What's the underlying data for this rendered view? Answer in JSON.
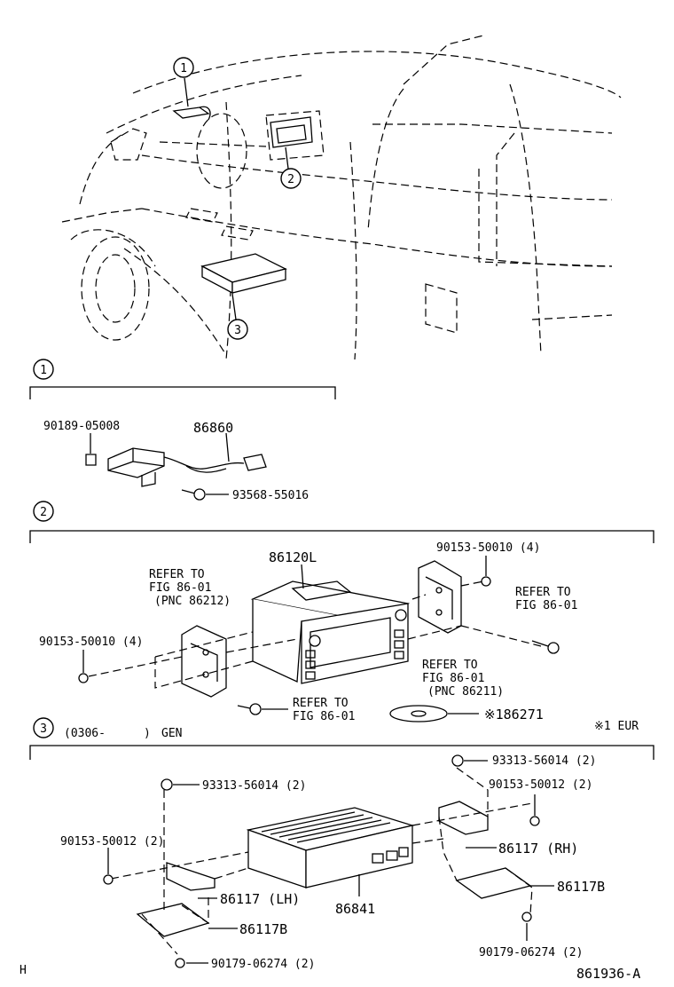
{
  "callouts": {
    "overview_1": "1",
    "overview_2": "2",
    "overview_3": "3",
    "section_1": "1",
    "section_2": "2",
    "section_3": "3"
  },
  "section1": {
    "part_90189": "90189-05008",
    "part_86860": "86860",
    "part_93568": "93568-55016"
  },
  "section2": {
    "part_86120L": "86120L",
    "refer_left_1": "REFER TO",
    "refer_left_2": "FIG 86-01",
    "refer_left_3": "(PNC 86212)",
    "part_90153_left": "90153-50010 (4)",
    "part_90153_right": "90153-50010 (4)",
    "refer_right_top_1": "REFER TO",
    "refer_right_top_2": "FIG 86-01",
    "refer_right_mid_1": "REFER TO",
    "refer_right_mid_2": "FIG 86-01",
    "refer_right_mid_3": "(PNC 86211)",
    "refer_bottom_1": "REFER TO",
    "refer_bottom_2": "FIG 86-01",
    "part_86271": "※186271"
  },
  "section3": {
    "date_code": "(0306-",
    "date_close": ")",
    "gen": "GEN",
    "eur_note": "※1 EUR",
    "part_93313_left": "93313-56014 (2)",
    "part_93313_right": "93313-56014 (2)",
    "part_90153_left": "90153-50012 (2)",
    "part_90153_right": "90153-50012 (2)",
    "part_86117_rh": "86117 (RH)",
    "part_86117_lh": "86117 (LH)",
    "part_86117B_right": "86117B",
    "part_86117B_left": "86117B",
    "part_86841": "86841",
    "part_90179_right": "90179-06274 (2)",
    "part_90179_left": "90179-06274 (2)"
  },
  "footer": {
    "left_mark": "H",
    "figure_id": "861936-A"
  }
}
